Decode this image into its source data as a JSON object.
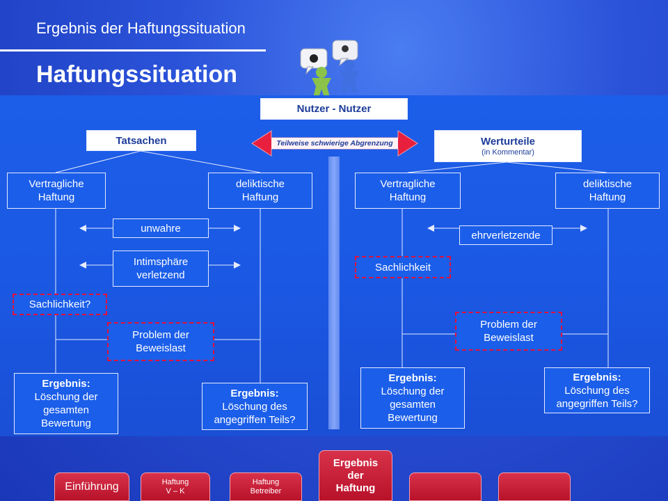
{
  "header": {
    "title": "Ergebnis der Haftungssituation"
  },
  "main_title": "Haftungssituation",
  "diagram": {
    "root": "Nutzer - Nutzer",
    "tatsachen": "Tatsachen",
    "werturteile": "Werturteile",
    "werturteile_sub": "(in Kommentar)",
    "arrow_label": "Teilweise schwierige Abgrenzung",
    "left": {
      "vertraglich_1": "Vertragliche",
      "vertraglich_2": "Haftung",
      "deliktisch_1": "deliktische",
      "deliktisch_2": "Haftung",
      "unwahre": "unwahre",
      "intim_1": "Intimsphäre",
      "intim_2": "verletzend",
      "sachlichkeit": "Sachlichkeit?",
      "beweis_1": "Problem der",
      "beweis_2": "Beweislast",
      "result1_head": "Ergebnis:",
      "result1_lines": [
        "Löschung der",
        "gesamten",
        "Bewertung"
      ],
      "result2_head": "Ergebnis:",
      "result2_lines": [
        "Löschung des",
        "angegriffen Teils?"
      ]
    },
    "right": {
      "vertraglich_1": "Vertragliche",
      "vertraglich_2": "Haftung",
      "deliktisch_1": "deliktische",
      "deliktisch_2": "Haftung",
      "ehr": "ehrverletzende",
      "sachlichkeit": "Sachlichkeit",
      "beweis_1": "Problem der",
      "beweis_2": "Beweislast",
      "result1_head": "Ergebnis:",
      "result1_lines": [
        "Löschung der",
        "gesamten",
        "Bewertung"
      ],
      "result2_head": "Ergebnis:",
      "result2_lines": [
        "Löschung des",
        "angegriffen Teils?"
      ]
    }
  },
  "nav": {
    "einfuehrung": "Einführung",
    "haftung_vk_1": "Haftung",
    "haftung_vk_2": "V – K",
    "haftung_betreiber_1": "Haftung",
    "haftung_betreiber_2": "Betreiber",
    "ergebnis_1": "Ergebnis",
    "ergebnis_2": "der",
    "ergebnis_3": "Haftung",
    "empty_5": "",
    "empty_6": ""
  },
  "colors": {
    "arrow": "#e8203e",
    "box_border": "#e6ecff",
    "dashed": "#e0103a",
    "nav": "#c8182f"
  }
}
